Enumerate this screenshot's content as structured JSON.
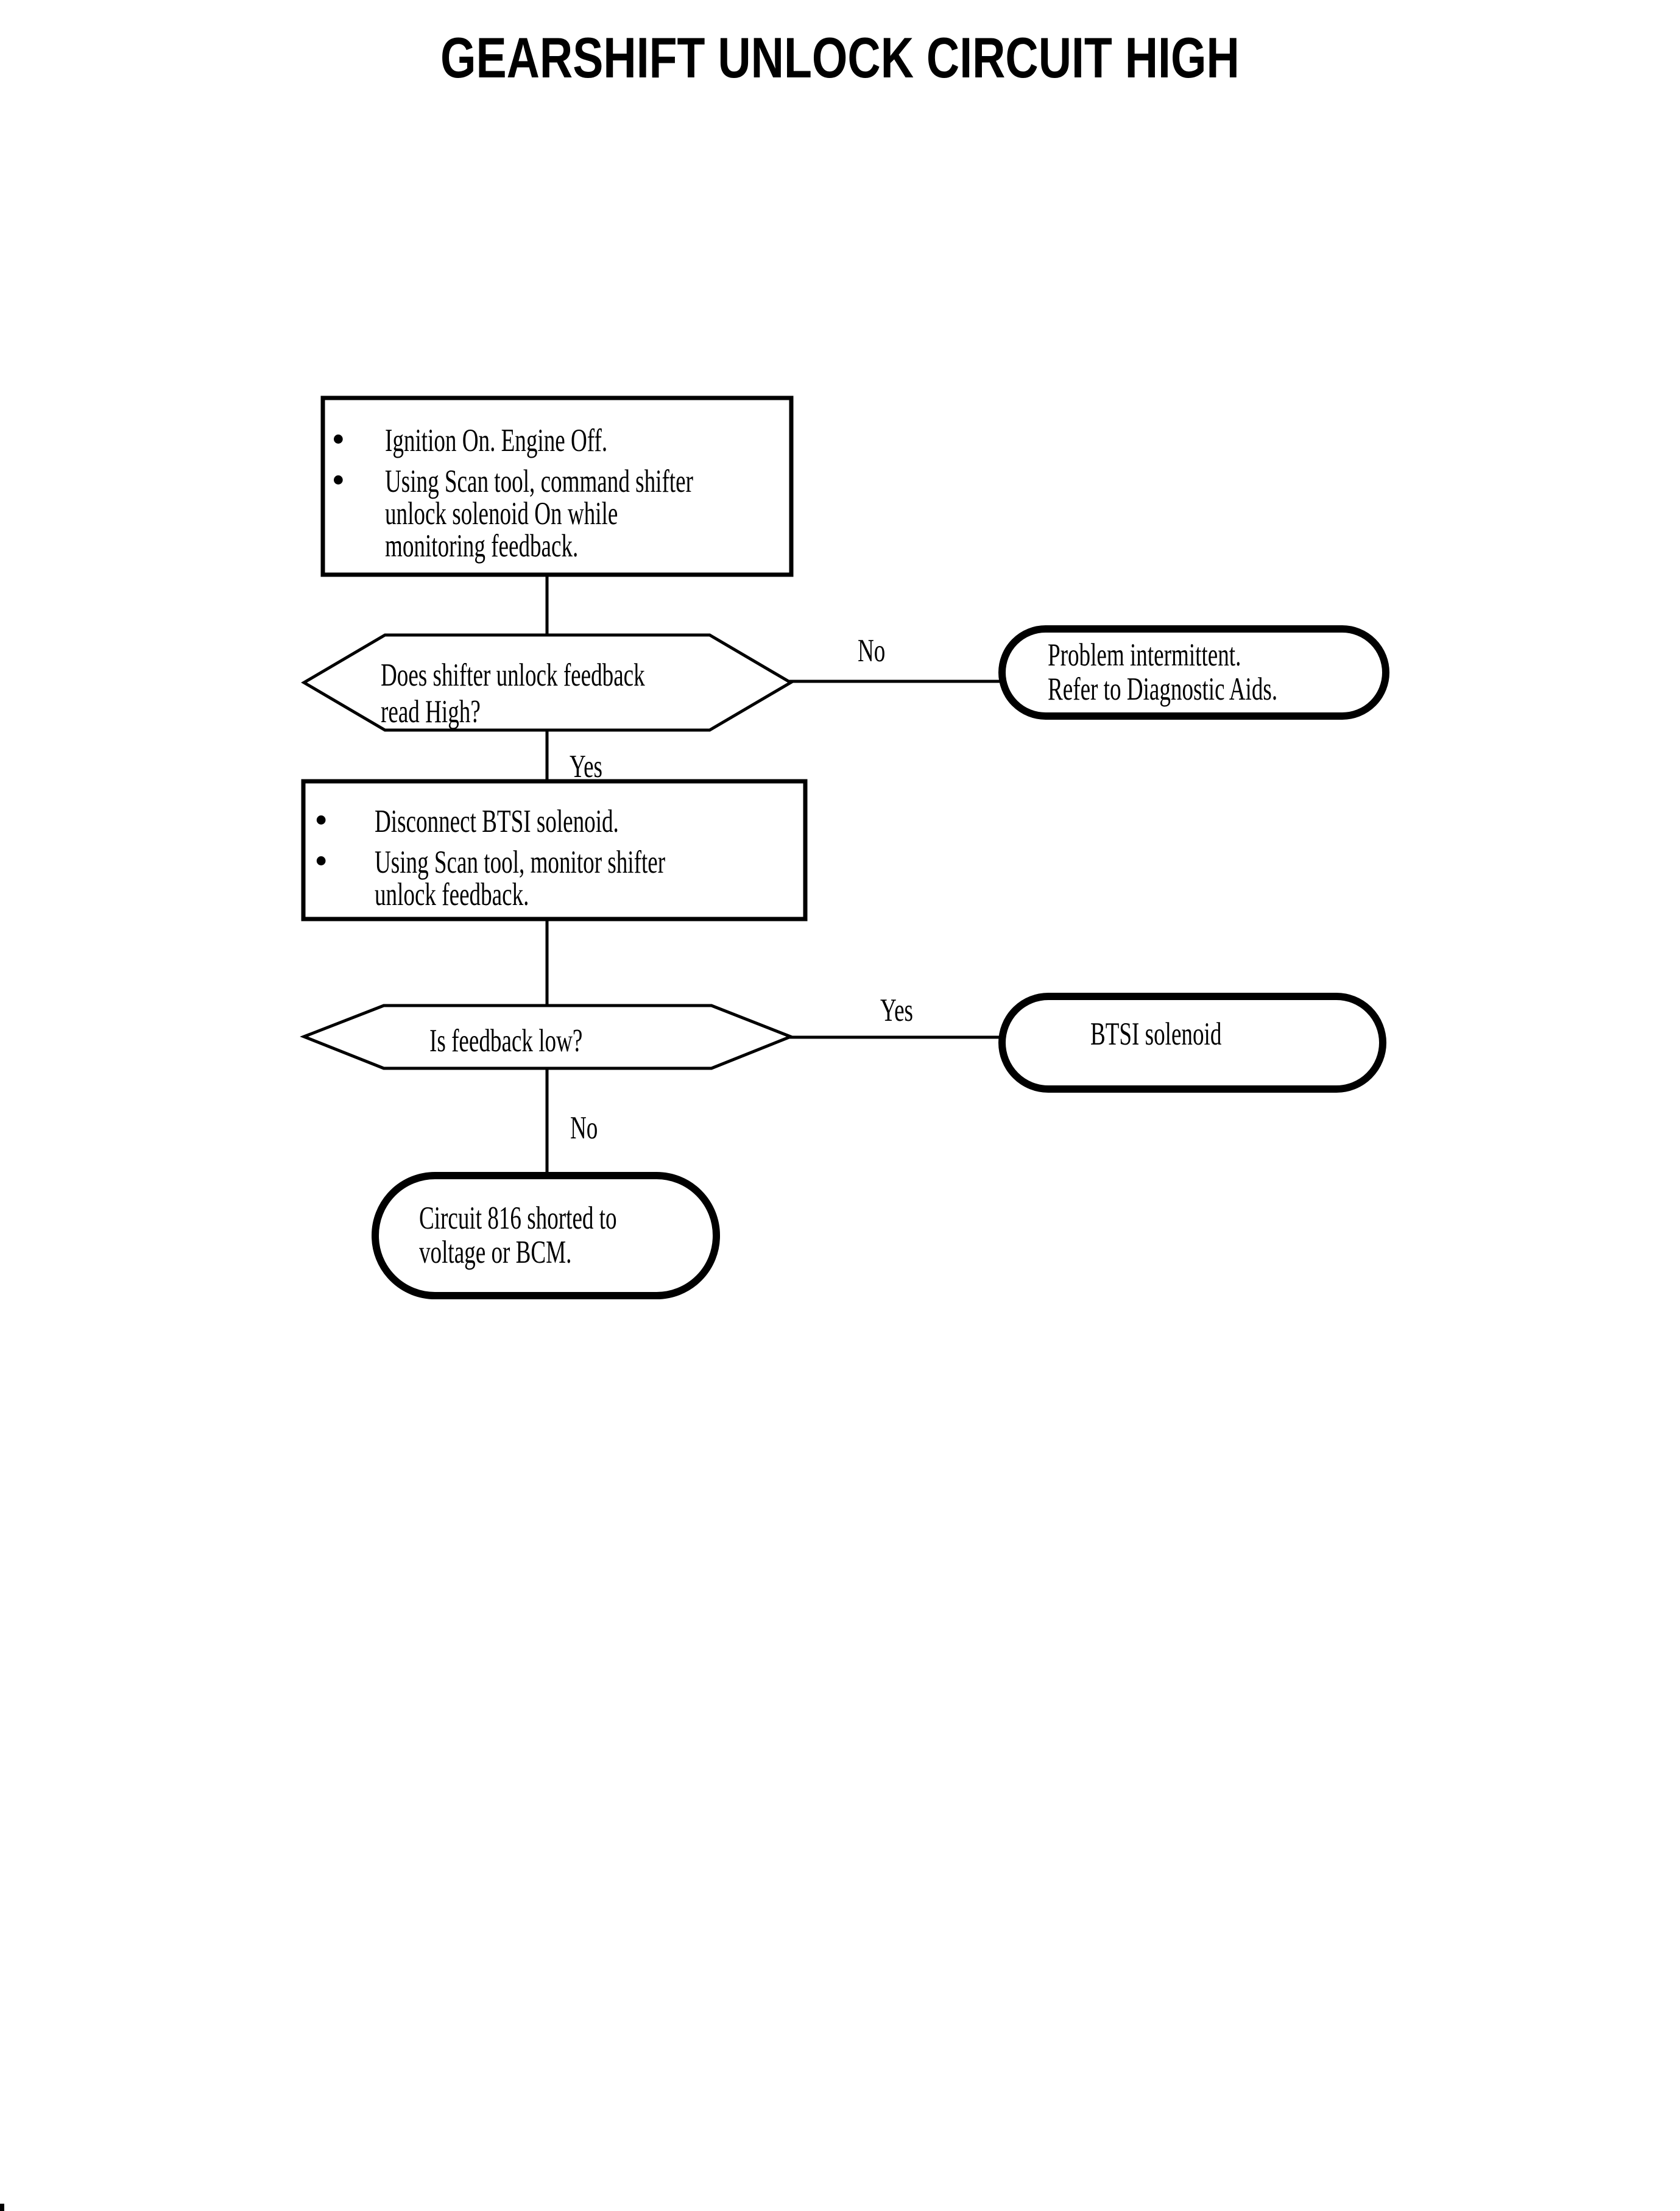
{
  "title": "GEARSHIFT UNLOCK CIRCUIT HIGH",
  "nodes": {
    "step1": {
      "items": [
        [
          "Ignition On. Engine Off."
        ],
        [
          "Using Scan tool, command shifter",
          "unlock solenoid On while",
          "monitoring feedback."
        ]
      ]
    },
    "decision1": {
      "lines": [
        "Does shifter unlock feedback",
        "read High?"
      ]
    },
    "terminal1": {
      "lines": [
        "Problem intermittent.",
        "Refer to Diagnostic Aids."
      ]
    },
    "step2": {
      "items": [
        [
          "Disconnect BTSI solenoid."
        ],
        [
          "Using Scan tool, monitor shifter",
          "unlock feedback."
        ]
      ]
    },
    "decision2": {
      "lines": [
        "Is feedback low?"
      ]
    },
    "terminal2": {
      "lines": [
        "BTSI solenoid"
      ]
    },
    "terminal3": {
      "lines": [
        "Circuit 816 shorted to",
        "voltage or BCM."
      ]
    }
  },
  "labels": {
    "decision1_no": "No",
    "decision1_yes": "Yes",
    "decision2_yes": "Yes",
    "decision2_no": "No"
  },
  "colors": {
    "ink": "#000000",
    "paper": "#ffffff"
  }
}
